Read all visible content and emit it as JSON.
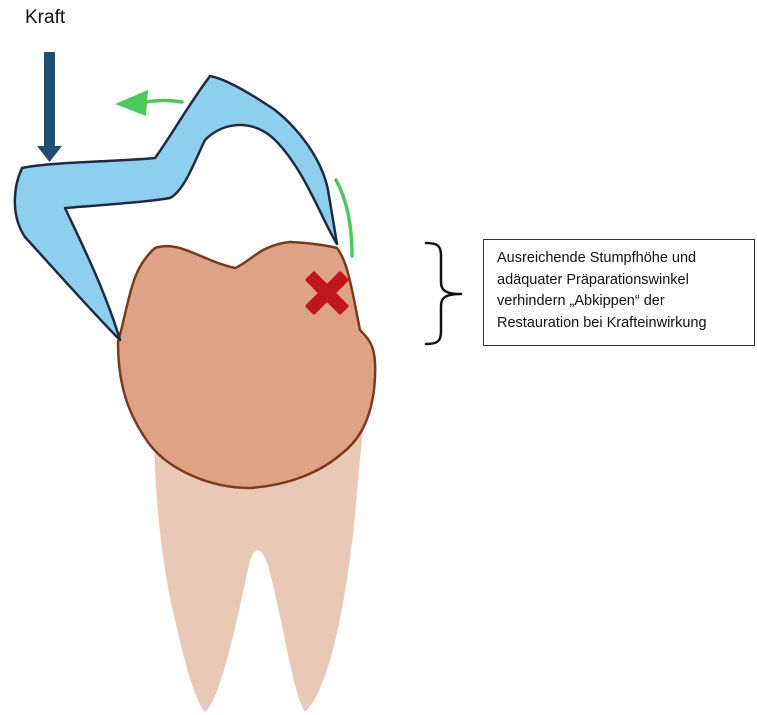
{
  "force": {
    "label": "Kraft"
  },
  "callout": {
    "lines": [
      "Ausreichende Stumpfhöhe und",
      "adäquater Präparationswinkel",
      "verhindern „Abkippen“ der",
      "Restauration bei Krafteinwirkung"
    ]
  },
  "colors": {
    "crown_fill": "#8ecfee",
    "crown_stroke": "#1f2a44",
    "stump_fill": "#dea287",
    "stump_stroke": "#7a3a1c",
    "root_fill": "#eac8b6",
    "arrow_force": "#1e4f72",
    "arrow_tilt": "#4cc95a",
    "cross": "#c0161c",
    "bracket": "#111111"
  },
  "icons": {
    "force_arrow": "down-arrow-icon",
    "tilt_arrow": "curved-arrow-icon",
    "cross": "x-mark-icon",
    "bracket": "curly-brace-icon"
  }
}
